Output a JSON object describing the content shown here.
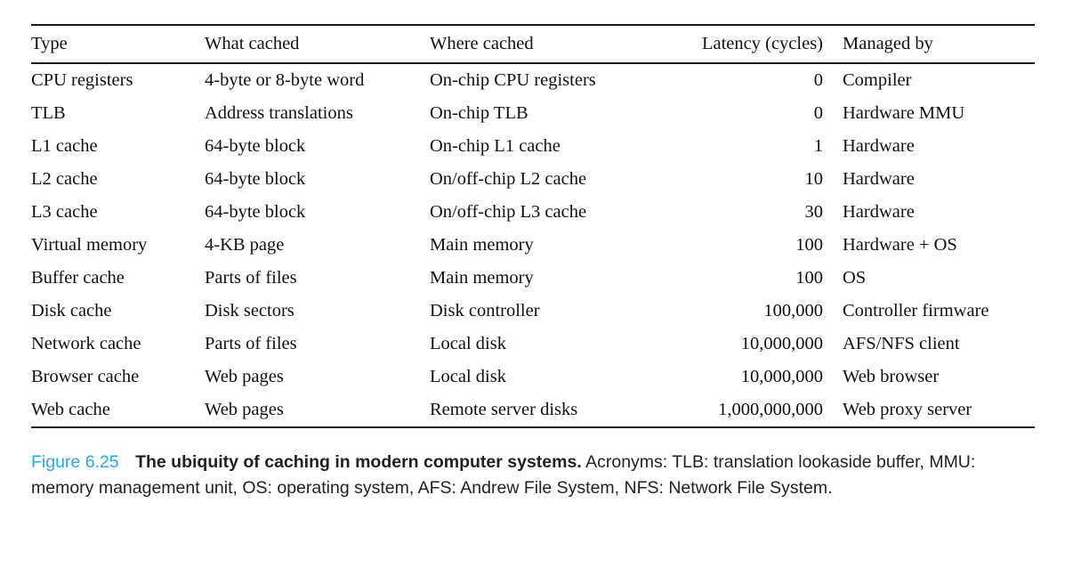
{
  "figure": {
    "label": "Figure 6.25",
    "label_color": "#29a9e1",
    "title": "The ubiquity of caching in modern computer systems.",
    "body": "Acronyms: TLB: translation lookaside buffer, MMU: memory management unit, OS: operating system, AFS: Andrew File System, NFS: Network File System."
  },
  "table": {
    "columns": [
      "Type",
      "What cached",
      "Where cached",
      "Latency (cycles)",
      "Managed by"
    ],
    "rows": [
      {
        "type": "CPU registers",
        "what": "4-byte or 8-byte word",
        "where": "On-chip CPU registers",
        "latency": "0",
        "managed": "Compiler"
      },
      {
        "type": "TLB",
        "what": "Address translations",
        "where": "On-chip TLB",
        "latency": "0",
        "managed": "Hardware MMU"
      },
      {
        "type": "L1 cache",
        "what": "64-byte block",
        "where": "On-chip L1 cache",
        "latency": "1",
        "managed": "Hardware"
      },
      {
        "type": "L2 cache",
        "what": "64-byte block",
        "where": "On/off-chip L2 cache",
        "latency": "10",
        "managed": "Hardware"
      },
      {
        "type": "L3 cache",
        "what": "64-byte block",
        "where": "On/off-chip L3 cache",
        "latency": "30",
        "managed": "Hardware"
      },
      {
        "type": "Virtual memory",
        "what": "4-KB page",
        "where": "Main memory",
        "latency": "100",
        "managed": "Hardware + OS"
      },
      {
        "type": "Buffer cache",
        "what": "Parts of files",
        "where": "Main memory",
        "latency": "100",
        "managed": "OS"
      },
      {
        "type": "Disk cache",
        "what": "Disk sectors",
        "where": "Disk controller",
        "latency": "100,000",
        "managed": "Controller firmware"
      },
      {
        "type": "Network cache",
        "what": "Parts of files",
        "where": "Local disk",
        "latency": "10,000,000",
        "managed": "AFS/NFS client"
      },
      {
        "type": "Browser cache",
        "what": "Web pages",
        "where": "Local disk",
        "latency": "10,000,000",
        "managed": "Web browser"
      },
      {
        "type": "Web cache",
        "what": "Web pages",
        "where": "Remote server disks",
        "latency": "1,000,000,000",
        "managed": "Web proxy server"
      }
    ]
  }
}
